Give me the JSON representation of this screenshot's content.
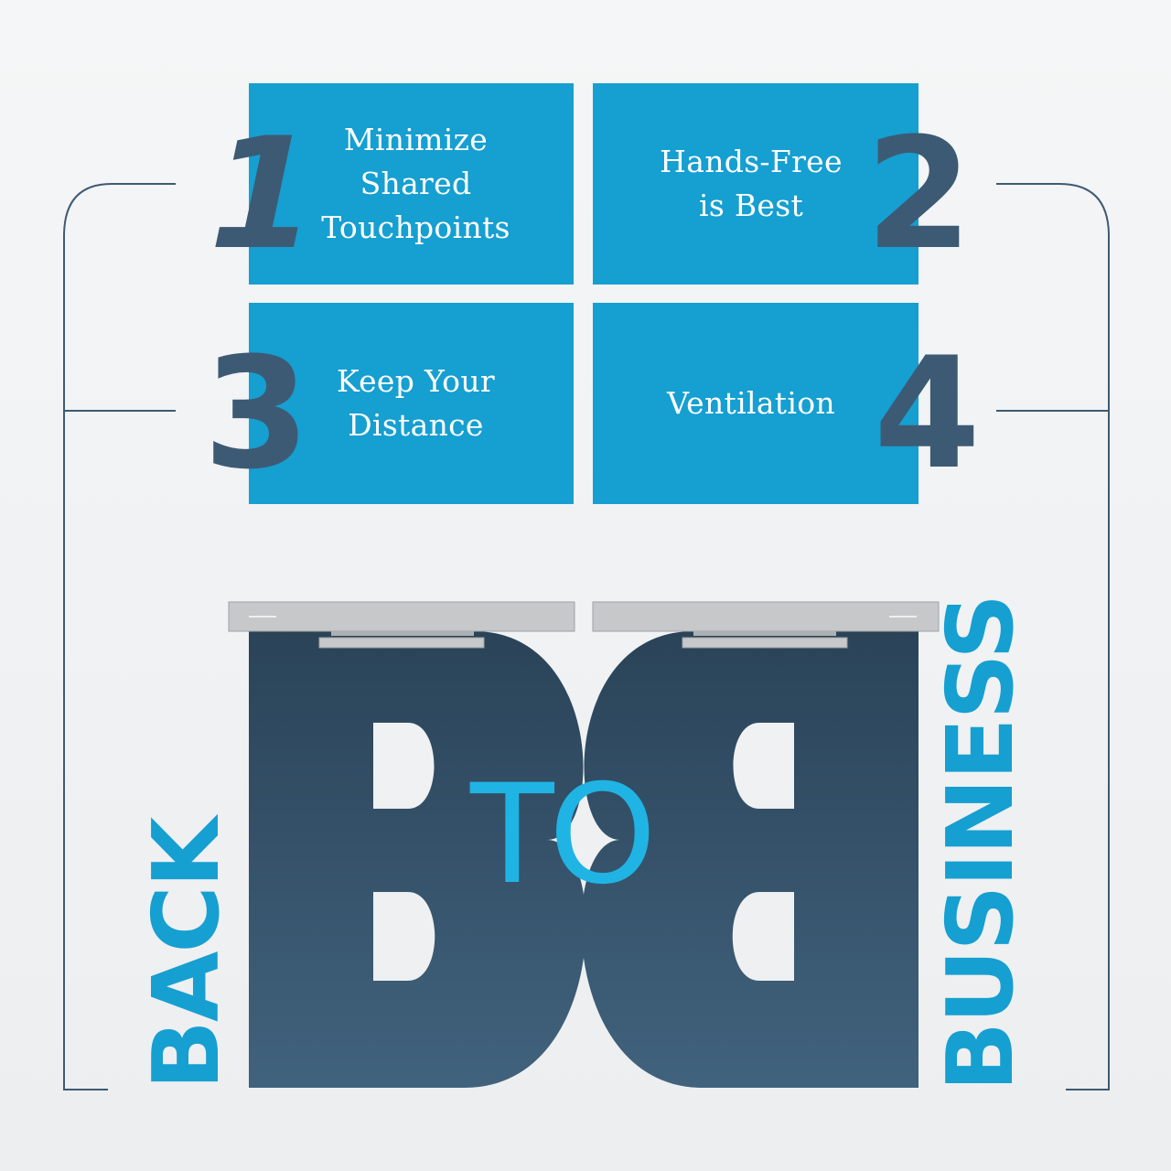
{
  "tiles": [
    {
      "number": "1",
      "text": "Minimize\nShared\nTouchpoints"
    },
    {
      "number": "2",
      "text": "Hands-Free\nis Best"
    },
    {
      "number": "3",
      "text": "Keep Your\nDistance"
    },
    {
      "number": "4",
      "text": "Ventilation"
    }
  ],
  "headline": {
    "left": "BACK",
    "middle": "TO",
    "right": "BUSINESS"
  },
  "colors": {
    "tile_blue": "#169fd1",
    "number_slate": "#3d5a74",
    "letter_dark_top": "#2a4358",
    "letter_dark_bottom": "#41627d",
    "bracket_line": "#3f5a73",
    "handle_gray": "#c4c6c8"
  }
}
